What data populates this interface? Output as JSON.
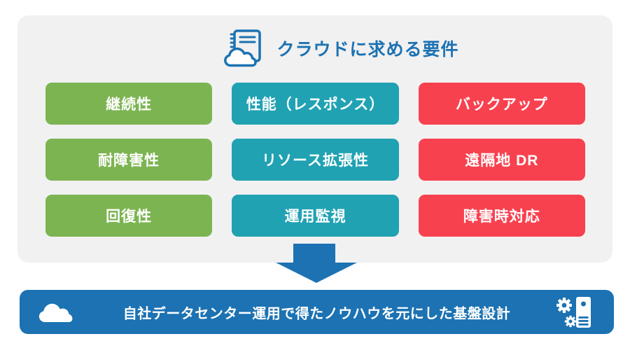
{
  "colors": {
    "blue": "#1C72B2",
    "green": "#7CB452",
    "teal": "#20A2B3",
    "red": "#F8414F",
    "panel": "#F1F1F1"
  },
  "panel": {
    "title": "クラウドに求める要件",
    "title_icon": "notebook-cloud-icon",
    "columns": [
      {
        "color_name": "green",
        "items": [
          "継続性",
          "耐障害性",
          "回復性"
        ]
      },
      {
        "color_name": "teal",
        "items": [
          "性能（レスポンス）",
          "リソース拡張性",
          "運用監視"
        ]
      },
      {
        "color_name": "red",
        "items": [
          "バックアップ",
          "遠隔地 DR",
          "障害時対応"
        ]
      }
    ]
  },
  "arrow": {
    "icon": "down-arrow-icon",
    "color": "#1C72B2"
  },
  "footer": {
    "label": "自社データセンター運用で得たノウハウを元にした基盤設計",
    "left_icon": "cloud-icon",
    "right_icon": "gears-server-icon"
  }
}
